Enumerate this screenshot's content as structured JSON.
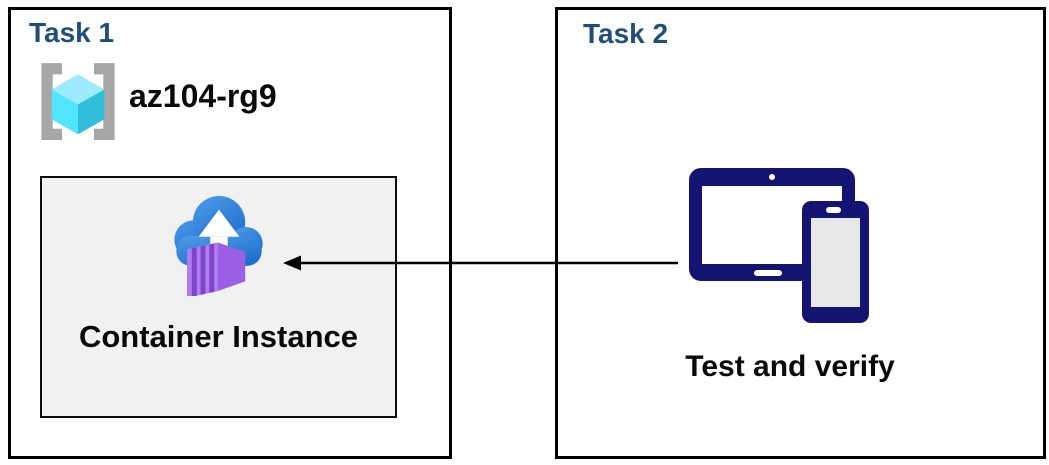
{
  "task1": {
    "title": "Task 1",
    "resource_group": {
      "name": "az104-rg9",
      "icon": "resource-group-icon"
    },
    "container_box": {
      "label": "Container Instance",
      "icon": "container-instance-icon"
    }
  },
  "task2": {
    "title": "Task 2",
    "label": "Test and verify",
    "icon": "devices-tablet-phone-icon"
  },
  "arrow": {
    "from": "devices-tablet-phone-icon",
    "to": "container-instance-icon",
    "direction": "left"
  },
  "colors": {
    "task_title": "#1F4E79",
    "panel_border": "#000000",
    "inner_box_fill": "#F1F1F2",
    "device_navy": "#141472",
    "cloud_blue": "#2E7FD9",
    "container_purple_front": "#AE7DF0",
    "container_purple_side": "#9A5FE4",
    "container_purple_top": "#C9A2F8",
    "container_purple_rib": "#7E45CC",
    "rg_cube_top": "#9CEBFF",
    "rg_cube_left": "#50E6FF",
    "rg_cube_right": "#32BEDD",
    "rg_bracket_gray": "#A6A6A6",
    "arrow_black": "#000000"
  }
}
